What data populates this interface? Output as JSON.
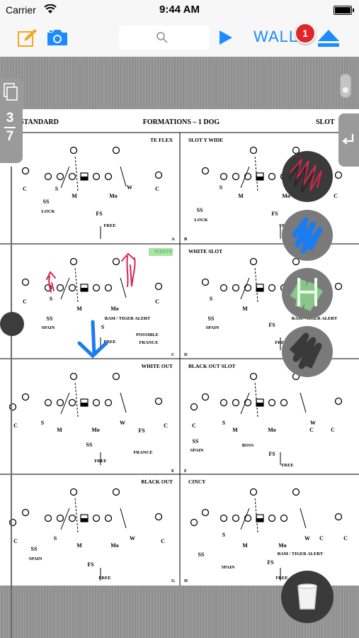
{
  "status": {
    "carrier": "Carrier",
    "time": "9:44 AM"
  },
  "toolbar": {
    "wall_label": "WALL",
    "notification_count": "1"
  },
  "page": {
    "current": "3",
    "total": "7"
  },
  "sheet": {
    "header_left": "STANDARD",
    "header_center": "FORMATIONS – 1 DOG",
    "header_right": "SLOT"
  },
  "cells": [
    {
      "letter": "A",
      "title": "TE FLEX",
      "labels": [
        "C",
        "S",
        "M",
        "Mo",
        "W",
        "C",
        "SS",
        "LOCK",
        "FS",
        "FREE"
      ]
    },
    {
      "letter": "B",
      "title": "SLOT Y WIDE",
      "labels": [
        "S",
        "M",
        "Mo",
        "C",
        "C",
        "SS",
        "LOCK",
        "FS",
        "FREE"
      ]
    },
    {
      "letter": "C",
      "title": "WHITE",
      "labels": [
        "C",
        "S",
        "M",
        "Mo",
        "C",
        "SS",
        "SPAIN",
        "BAM / TIGER ALERT",
        "S",
        "FREE",
        "POSSIBLE",
        "FRANCE"
      ]
    },
    {
      "letter": "D",
      "title": "WHITE SLOT",
      "labels": [
        "S",
        "M",
        "SS",
        "SPAIN",
        "BAM / TIGER ALERT",
        "FS",
        "FREE",
        "POSSIBLE",
        "FRANCE"
      ]
    },
    {
      "letter": "E",
      "title": "WHITE OUT",
      "labels": [
        "C",
        "S",
        "M",
        "Mo",
        "W",
        "FS",
        "C",
        "SS",
        "FREE",
        "FRANCE"
      ]
    },
    {
      "letter": "F",
      "title": "BLACK OUT SLOT",
      "labels": [
        "C",
        "S",
        "M",
        "Mo",
        "W",
        "C",
        "C",
        "SS",
        "SPAIN",
        "BOSS",
        "FS",
        "FREE"
      ]
    },
    {
      "letter": "G",
      "title": "BLACK OUT",
      "labels": [
        "C",
        "S",
        "M",
        "Mo",
        "W",
        "C",
        "SS",
        "SPAIN",
        "FS",
        "FREE"
      ]
    },
    {
      "letter": "H",
      "title": "CINCY",
      "labels": [
        "S",
        "M",
        "Mo",
        "W",
        "C",
        "C",
        "SS",
        "BAM / TIGER ALERT",
        "SPAIN",
        "FS",
        "FREE"
      ]
    }
  ],
  "colors": {
    "accent": "#1a8cff",
    "badge": "#e0262a",
    "pen_red": "#d9254f",
    "pen_blue": "#1a7cf0",
    "highlight": "#8fe08f"
  }
}
